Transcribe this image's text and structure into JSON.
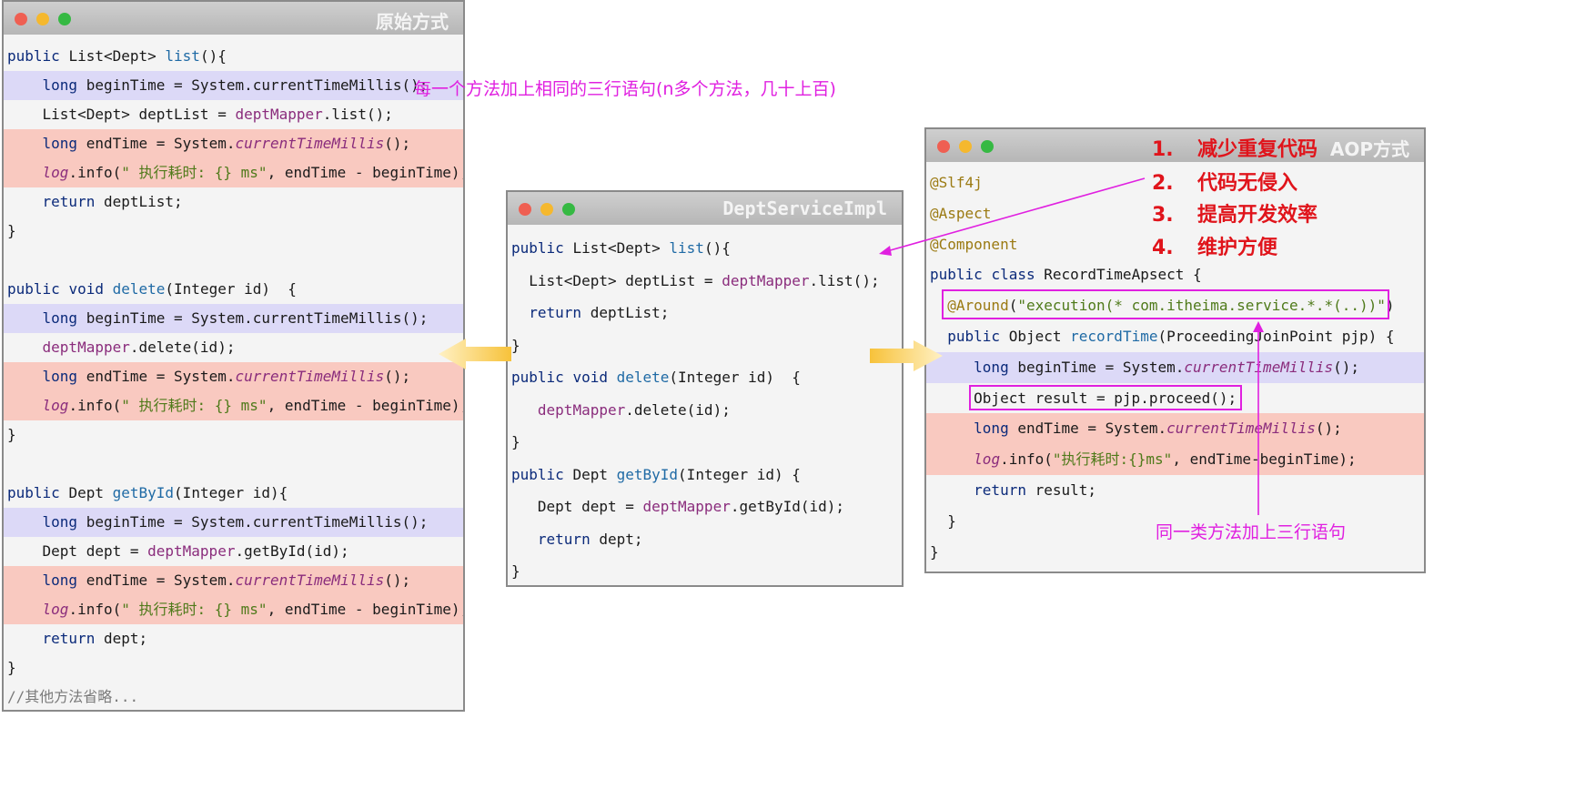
{
  "left_window": {
    "title": "原始方式",
    "lines": [
      {
        "parts": [
          {
            "t": "public ",
            "c": "kw"
          },
          {
            "t": "List<Dept> ",
            "c": ""
          },
          {
            "t": "list",
            "c": "fn"
          },
          {
            "t": "(){",
            "c": ""
          }
        ]
      },
      {
        "parts": [
          {
            "t": "    long ",
            "c": "kw"
          },
          {
            "t": "beginTime = System.currentTimeMillis();",
            "c": ""
          }
        ]
      },
      {
        "parts": [
          {
            "t": "    List<Dept> deptList = ",
            "c": ""
          },
          {
            "t": "deptMapper",
            "c": "pu"
          },
          {
            "t": ".list();",
            "c": ""
          }
        ]
      },
      {
        "parts": [
          {
            "t": "    long ",
            "c": "kw"
          },
          {
            "t": "endTime = System.",
            "c": ""
          },
          {
            "t": "currentTimeMillis",
            "c": "it"
          },
          {
            "t": "();",
            "c": ""
          }
        ]
      },
      {
        "parts": [
          {
            "t": "    ",
            "c": ""
          },
          {
            "t": "log",
            "c": "it"
          },
          {
            "t": ".info(",
            "c": ""
          },
          {
            "t": "\" 执行耗时: {} ms\"",
            "c": "st"
          },
          {
            "t": ", endTime - beginTime);",
            "c": ""
          }
        ]
      },
      {
        "parts": [
          {
            "t": "    return ",
            "c": "kw"
          },
          {
            "t": "deptList;",
            "c": ""
          }
        ]
      },
      {
        "parts": [
          {
            "t": "}",
            "c": ""
          }
        ]
      },
      {
        "parts": [
          {
            "t": "",
            "c": ""
          }
        ]
      },
      {
        "parts": [
          {
            "t": "public ",
            "c": "kw"
          },
          {
            "t": "void ",
            "c": "kw"
          },
          {
            "t": "delete",
            "c": "fn"
          },
          {
            "t": "(Integer id)  {",
            "c": ""
          }
        ]
      },
      {
        "parts": [
          {
            "t": "    long ",
            "c": "kw"
          },
          {
            "t": "beginTime = System.currentTimeMillis();",
            "c": ""
          }
        ]
      },
      {
        "parts": [
          {
            "t": "    ",
            "c": ""
          },
          {
            "t": "deptMapper",
            "c": "pu"
          },
          {
            "t": ".delete(id);",
            "c": ""
          }
        ]
      },
      {
        "parts": [
          {
            "t": "    long ",
            "c": "kw"
          },
          {
            "t": "endTime = System.",
            "c": ""
          },
          {
            "t": "currentTimeMillis",
            "c": "it"
          },
          {
            "t": "();",
            "c": ""
          }
        ]
      },
      {
        "parts": [
          {
            "t": "    ",
            "c": ""
          },
          {
            "t": "log",
            "c": "it"
          },
          {
            "t": ".info(",
            "c": ""
          },
          {
            "t": "\" 执行耗时: {} ms\"",
            "c": "st"
          },
          {
            "t": ", endTime - beginTime);",
            "c": ""
          }
        ]
      },
      {
        "parts": [
          {
            "t": "}",
            "c": ""
          }
        ]
      },
      {
        "parts": [
          {
            "t": "",
            "c": ""
          }
        ]
      },
      {
        "parts": [
          {
            "t": "public ",
            "c": "kw"
          },
          {
            "t": "Dept ",
            "c": ""
          },
          {
            "t": "getById",
            "c": "fn"
          },
          {
            "t": "(Integer id){",
            "c": ""
          }
        ]
      },
      {
        "parts": [
          {
            "t": "    long ",
            "c": "kw"
          },
          {
            "t": "beginTime = System.currentTimeMillis();",
            "c": ""
          }
        ]
      },
      {
        "parts": [
          {
            "t": "    Dept dept = ",
            "c": ""
          },
          {
            "t": "deptMapper",
            "c": "pu"
          },
          {
            "t": ".getById(id);",
            "c": ""
          }
        ]
      },
      {
        "parts": [
          {
            "t": "    long ",
            "c": "kw"
          },
          {
            "t": "endTime = System.",
            "c": ""
          },
          {
            "t": "currentTimeMillis",
            "c": "it"
          },
          {
            "t": "();",
            "c": ""
          }
        ]
      },
      {
        "parts": [
          {
            "t": "    ",
            "c": ""
          },
          {
            "t": "log",
            "c": "it"
          },
          {
            "t": ".info(",
            "c": ""
          },
          {
            "t": "\" 执行耗时: {} ms\"",
            "c": "st"
          },
          {
            "t": ", endTime - beginTime);",
            "c": ""
          }
        ]
      },
      {
        "parts": [
          {
            "t": "    return ",
            "c": "kw"
          },
          {
            "t": "dept;",
            "c": ""
          }
        ]
      },
      {
        "parts": [
          {
            "t": "}",
            "c": ""
          }
        ]
      },
      {
        "parts": [
          {
            "t": "//其他方法省略...",
            "c": "cm"
          }
        ]
      }
    ],
    "highlights": [
      "",
      "blue",
      "",
      "red",
      "red",
      "",
      "",
      "",
      "",
      "blue",
      "",
      "red",
      "red",
      "",
      "",
      "",
      "blue",
      "",
      "red",
      "red",
      "",
      "",
      ""
    ]
  },
  "middle_window": {
    "title": "DeptServiceImpl",
    "lines": [
      {
        "parts": [
          {
            "t": "public ",
            "c": "kw"
          },
          {
            "t": "List<Dept> ",
            "c": ""
          },
          {
            "t": "list",
            "c": "fn"
          },
          {
            "t": "(){",
            "c": ""
          }
        ]
      },
      {
        "parts": [
          {
            "t": "  List<Dept> deptList = ",
            "c": ""
          },
          {
            "t": "deptMapper",
            "c": "pu"
          },
          {
            "t": ".list();",
            "c": ""
          }
        ]
      },
      {
        "parts": [
          {
            "t": "  return ",
            "c": "kw"
          },
          {
            "t": "deptList;",
            "c": ""
          }
        ]
      },
      {
        "parts": [
          {
            "t": "}",
            "c": ""
          }
        ]
      },
      {
        "parts": [
          {
            "t": "public ",
            "c": "kw"
          },
          {
            "t": "void ",
            "c": "kw"
          },
          {
            "t": "delete",
            "c": "fn"
          },
          {
            "t": "(Integer id)  {",
            "c": ""
          }
        ]
      },
      {
        "parts": [
          {
            "t": "   ",
            "c": ""
          },
          {
            "t": "deptMapper",
            "c": "pu"
          },
          {
            "t": ".delete(id);",
            "c": ""
          }
        ]
      },
      {
        "parts": [
          {
            "t": "}",
            "c": ""
          }
        ]
      },
      {
        "parts": [
          {
            "t": "public ",
            "c": "kw"
          },
          {
            "t": "Dept ",
            "c": ""
          },
          {
            "t": "getById",
            "c": "fn"
          },
          {
            "t": "(Integer id) {",
            "c": ""
          }
        ]
      },
      {
        "parts": [
          {
            "t": "   Dept dept = ",
            "c": ""
          },
          {
            "t": "deptMapper",
            "c": "pu"
          },
          {
            "t": ".getById(id);",
            "c": ""
          }
        ]
      },
      {
        "parts": [
          {
            "t": "   return ",
            "c": "kw"
          },
          {
            "t": "dept;",
            "c": ""
          }
        ]
      },
      {
        "parts": [
          {
            "t": "}",
            "c": ""
          }
        ]
      }
    ]
  },
  "right_window": {
    "title": "AOP方式",
    "lines": [
      {
        "parts": [
          {
            "t": "@Slf4j",
            "c": "an"
          }
        ]
      },
      {
        "parts": [
          {
            "t": "@Aspect",
            "c": "an"
          }
        ]
      },
      {
        "parts": [
          {
            "t": "@Component",
            "c": "an"
          }
        ]
      },
      {
        "parts": [
          {
            "t": "public ",
            "c": "kw"
          },
          {
            "t": "class ",
            "c": "kw"
          },
          {
            "t": "RecordTimeApsect {",
            "c": ""
          }
        ]
      },
      {
        "parts": [
          {
            "t": "  ",
            "c": ""
          },
          {
            "t": "@Around",
            "c": "an"
          },
          {
            "t": "(",
            "c": ""
          },
          {
            "t": "\"execution(* com.itheima.service.*.*(..))\"",
            "c": "st"
          },
          {
            "t": ")",
            "c": ""
          }
        ]
      },
      {
        "parts": [
          {
            "t": "  public ",
            "c": "kw"
          },
          {
            "t": "Object ",
            "c": ""
          },
          {
            "t": "recordTime",
            "c": "fn"
          },
          {
            "t": "(ProceedingJoinPoint pjp) {",
            "c": ""
          }
        ]
      },
      {
        "parts": [
          {
            "t": "     long ",
            "c": "kw"
          },
          {
            "t": "beginTime = System.",
            "c": ""
          },
          {
            "t": "currentTimeMillis",
            "c": "it"
          },
          {
            "t": "();",
            "c": ""
          }
        ]
      },
      {
        "parts": [
          {
            "t": "     Object result = pjp.proceed();",
            "c": ""
          }
        ]
      },
      {
        "parts": [
          {
            "t": "     long ",
            "c": "kw"
          },
          {
            "t": "endTime = System.",
            "c": ""
          },
          {
            "t": "currentTimeMillis",
            "c": "it"
          },
          {
            "t": "();",
            "c": ""
          }
        ]
      },
      {
        "parts": [
          {
            "t": "     ",
            "c": ""
          },
          {
            "t": "log",
            "c": "it"
          },
          {
            "t": ".info(",
            "c": ""
          },
          {
            "t": "\"执行耗时:{}ms\"",
            "c": "st"
          },
          {
            "t": ", endTime-beginTime);",
            "c": ""
          }
        ]
      },
      {
        "parts": [
          {
            "t": "     return ",
            "c": "kw"
          },
          {
            "t": "result;",
            "c": ""
          }
        ]
      },
      {
        "parts": [
          {
            "t": "  }",
            "c": ""
          }
        ]
      },
      {
        "parts": [
          {
            "t": "}",
            "c": ""
          }
        ]
      }
    ],
    "highlights": [
      "",
      "",
      "",
      "",
      "",
      "",
      "blue",
      "",
      "red",
      "red",
      "",
      "",
      ""
    ]
  },
  "annotations": {
    "repeat_note": "每一个方法加上相同的三行语句(n多个方法，几十上百)",
    "same_class_note": "同一类方法加上三行语句"
  },
  "benefits": [
    {
      "num": "1.",
      "text": "减少重复代码"
    },
    {
      "num": "2.",
      "text": "代码无侵入"
    },
    {
      "num": "3.",
      "text": "提高开发效率"
    },
    {
      "num": "4.",
      "text": "维护方便"
    }
  ],
  "colors": {
    "highlight_blue": "#dcd9f7",
    "highlight_red": "#f9c9c0",
    "annotation_magenta": "#e020e0",
    "benefit_red": "#e0141b",
    "arrow_yellow": "#f7c23a"
  }
}
